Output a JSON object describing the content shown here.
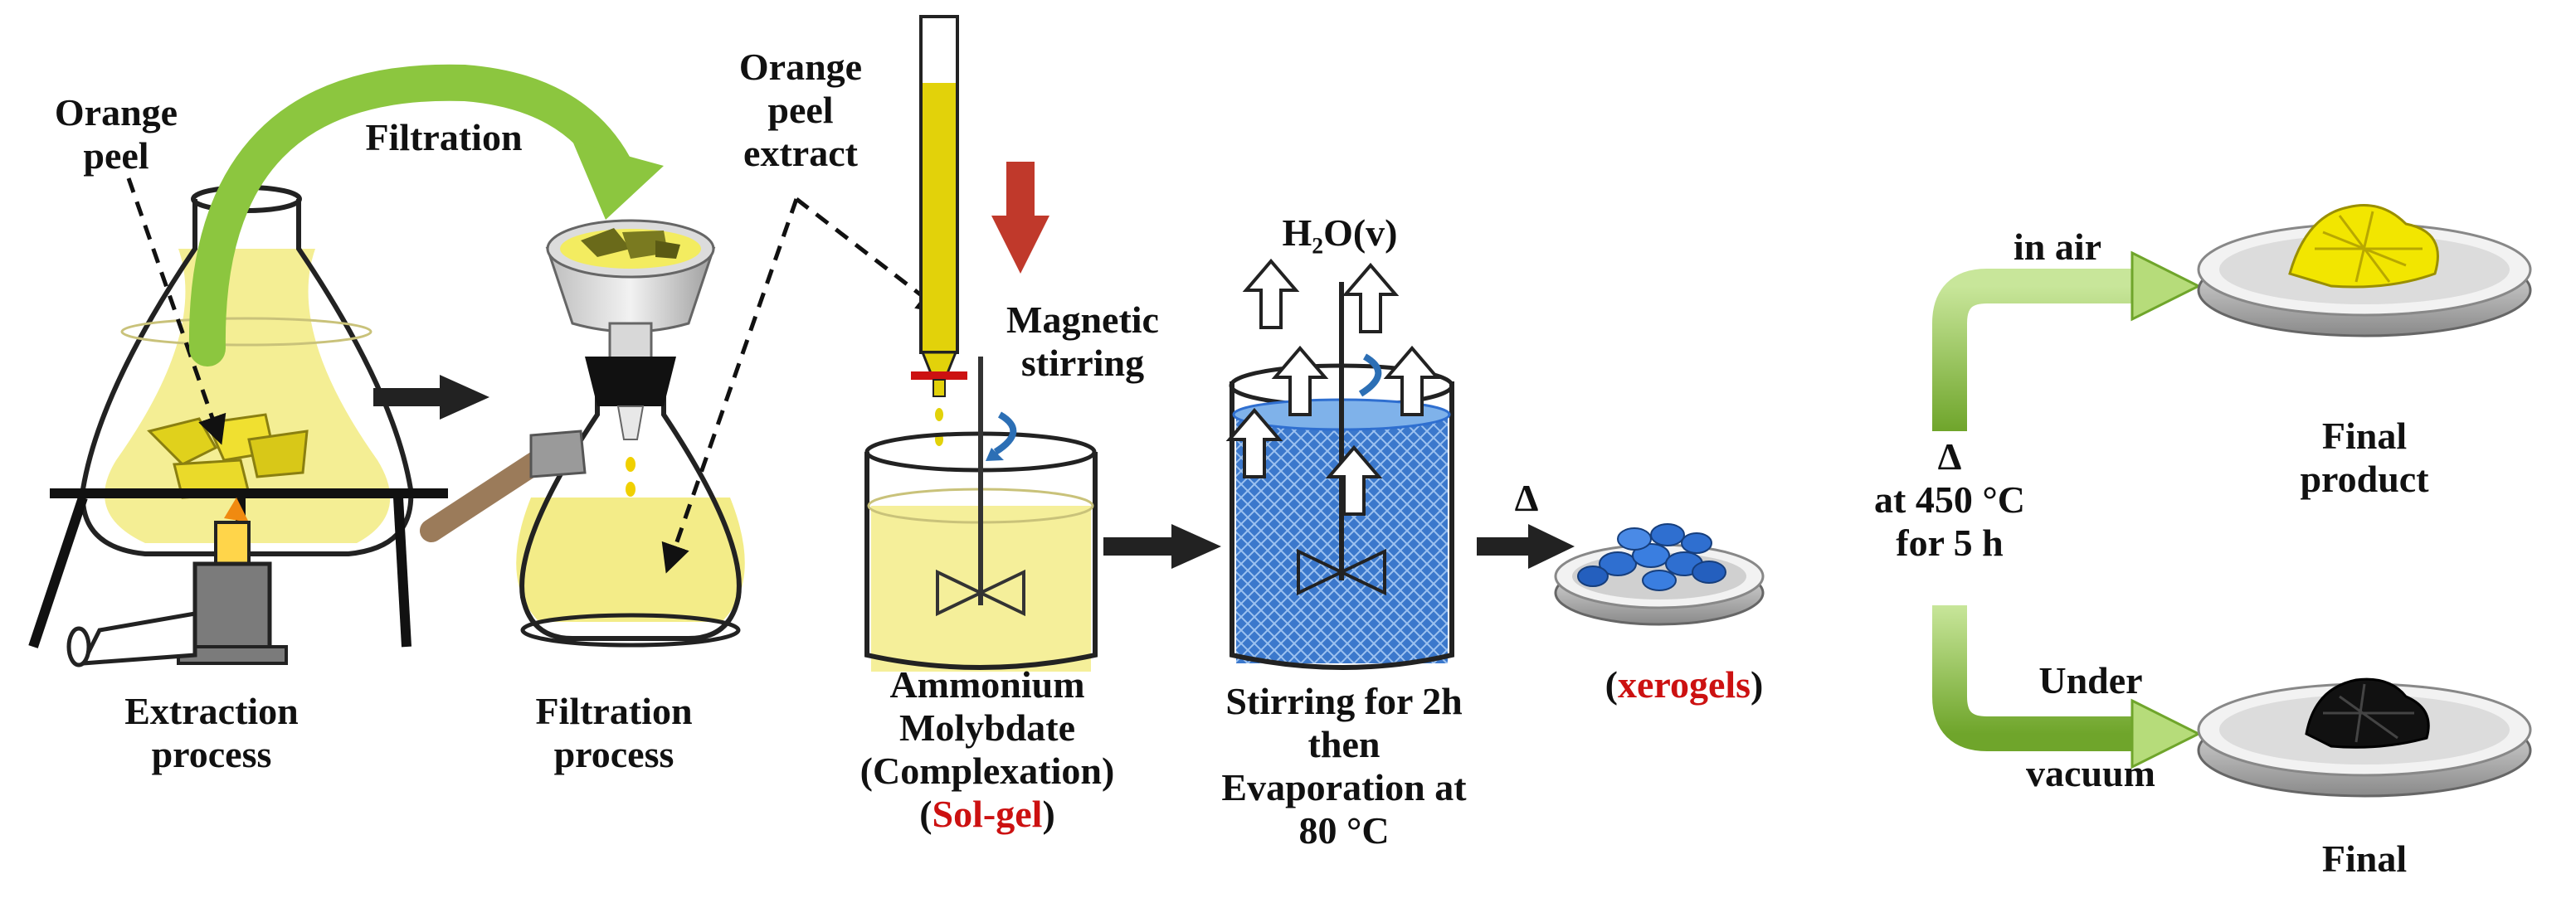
{
  "labels": {
    "orange_peel": [
      "Orange",
      "peel"
    ],
    "filtration_arrow": "Filtration",
    "orange_peel_extract": [
      "Orange",
      "peel",
      "extract"
    ],
    "magnetic_stirring": [
      "Magnetic",
      "stirring"
    ],
    "water_vapor": "H₂O(v)",
    "extraction_process": [
      "Extraction",
      "process"
    ],
    "filtration_process": [
      "Filtration",
      "process"
    ],
    "ammonium": [
      "Ammonium",
      "Molybdate",
      "(Complexation)"
    ],
    "solgel_open": "(",
    "solgel": "Sol-gel",
    "solgel_close": ")",
    "stirring": [
      "Stirring for 2h",
      "then",
      "Evaporation at",
      "80 °C"
    ],
    "delta_small": "Δ",
    "xerogels_open": "(",
    "xerogels": "xerogels",
    "xerogels_close": ")",
    "in_air": "in air",
    "conditions": [
      "Δ",
      "at 450 °C",
      "for 5 h"
    ],
    "final_product_top": [
      "Final",
      "product"
    ],
    "under_vacuum": [
      "Under",
      "vacuum"
    ],
    "final_product_bottom": "Final"
  },
  "colors": {
    "yellow_liquid": "#f3ec88",
    "green_arrow": "#8cc63f",
    "red_arrow": "#c0392b",
    "blue_xerogel": "#2f6fd0",
    "product_yellow": "#f2e600",
    "product_black": "#111111",
    "dish_gray": "#9a9a9a"
  }
}
